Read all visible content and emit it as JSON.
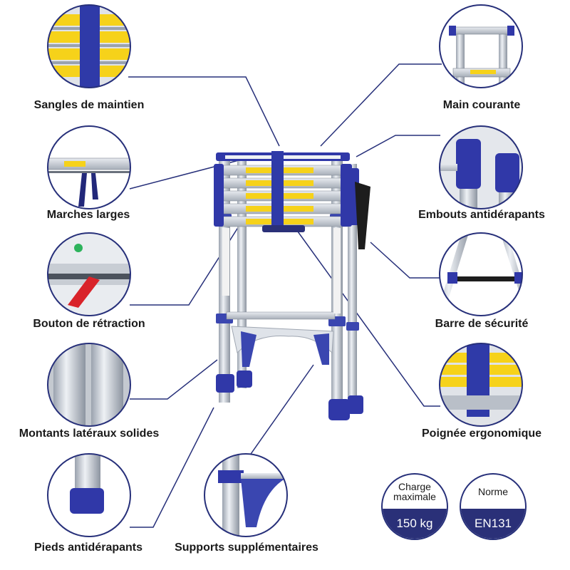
{
  "labels": {
    "sangles": "Sangles de maintien",
    "main_courante": "Main courante",
    "marches": "Marches larges",
    "embouts": "Embouts antidérapants",
    "bouton": "Bouton de rétraction",
    "barre": "Barre de sécurité",
    "montants": "Montants latéraux solides",
    "poignee": "Poignée ergonomique",
    "pieds": "Pieds antidérapants",
    "supports": "Supports supplémentaires"
  },
  "badges": {
    "charge": {
      "title": "Charge maximale",
      "value": "150 kg"
    },
    "norme": {
      "title": "Norme",
      "value": "EN131"
    }
  },
  "colors": {
    "navy": "#27307a",
    "blue": "#3a46b0",
    "aluminium": "#c9ced6",
    "yellow": "#f6d21a",
    "red": "#d9232a",
    "green": "#2db35c"
  }
}
